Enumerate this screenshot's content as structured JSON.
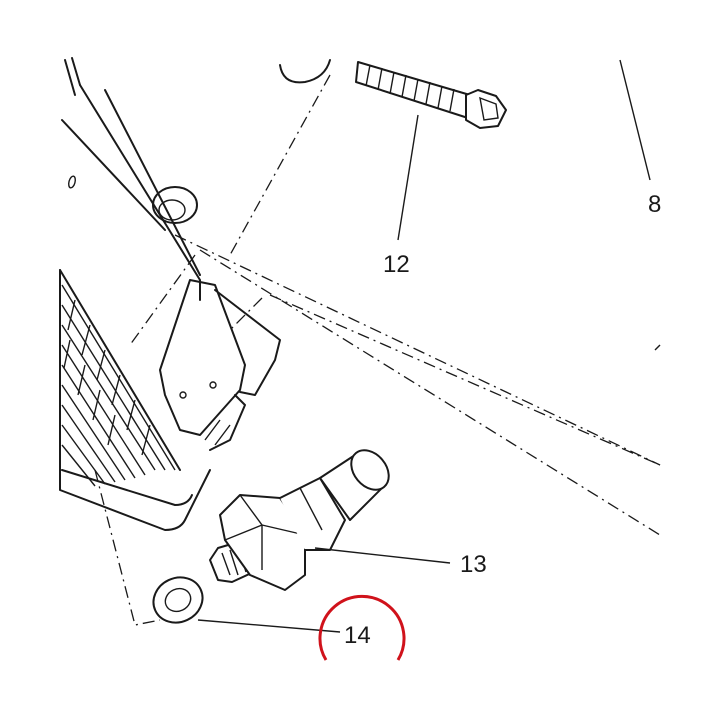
{
  "callouts": {
    "bolt": "12",
    "sensor": "13",
    "washer": "14",
    "edge_partial": "8"
  },
  "highlight": {
    "target": "14",
    "color": "#d0121b"
  }
}
